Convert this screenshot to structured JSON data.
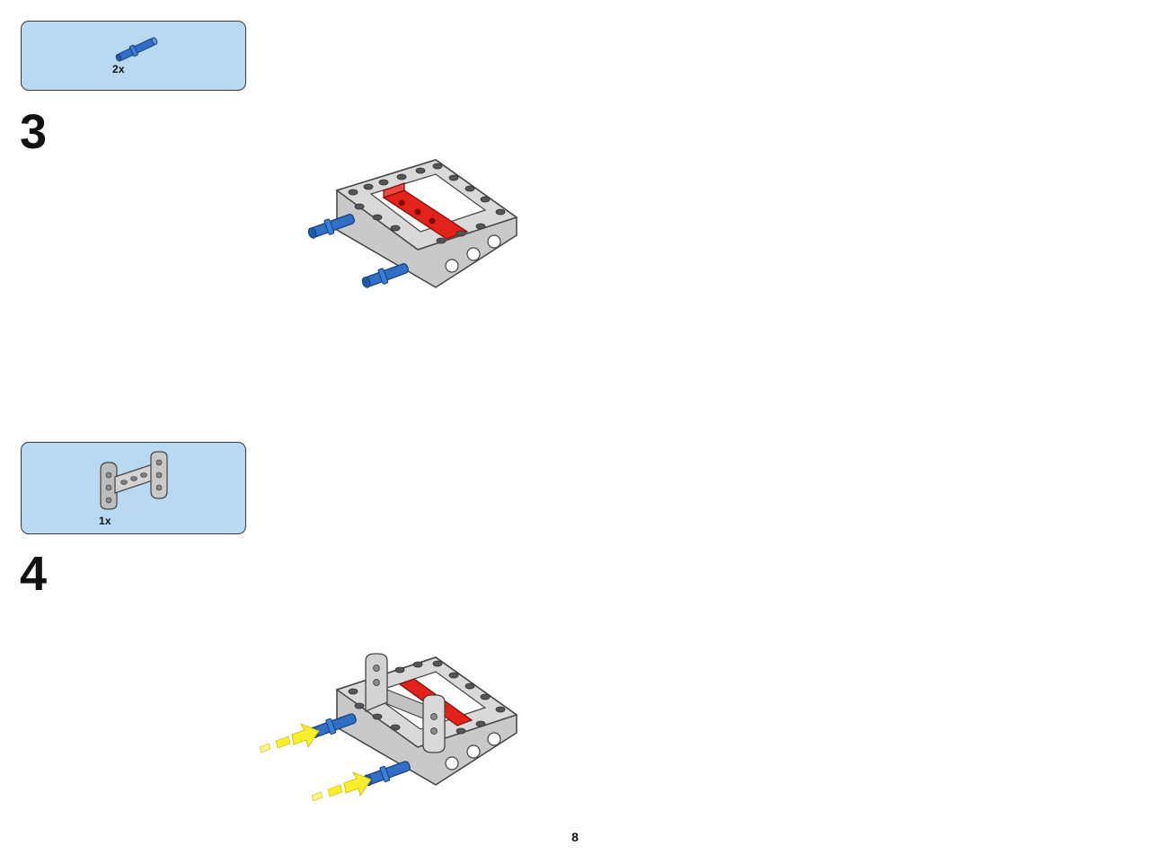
{
  "steps": [
    {
      "number": "3",
      "parts": [
        {
          "icon": "blue-axle-pin-icon",
          "quantity": "2x"
        }
      ]
    },
    {
      "number": "4",
      "parts": [
        {
          "icon": "gray-h-frame-beam-icon",
          "quantity": "1x"
        }
      ]
    }
  ],
  "page": {
    "number": "8"
  },
  "colors": {
    "parts_box_fill": "#b9d8f2",
    "pin_blue": "#2f6fc6",
    "frame_gray": "#c9c9c9",
    "beam_red": "#e32219",
    "arrow_yellow": "#f8ee2a"
  }
}
